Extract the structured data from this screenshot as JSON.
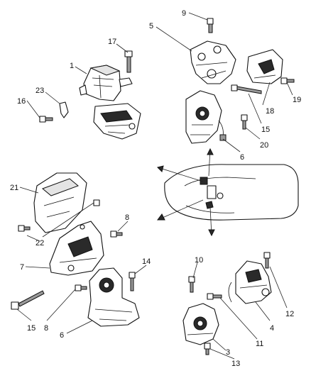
{
  "diagram": {
    "callouts": {
      "c1": "1",
      "c3": "3",
      "c4": "4",
      "c5": "5",
      "c6a": "6",
      "c6b": "6",
      "c7": "7",
      "c8a": "8",
      "c8b": "8",
      "c9": "9",
      "c10": "10",
      "c11": "11",
      "c12": "12",
      "c13": "13",
      "c14": "14",
      "c15a": "15",
      "c15b": "15",
      "c16": "16",
      "c17": "17",
      "c18": "18",
      "c19": "19",
      "c20": "20",
      "c21": "21",
      "c22": "22",
      "c23": "23"
    }
  }
}
